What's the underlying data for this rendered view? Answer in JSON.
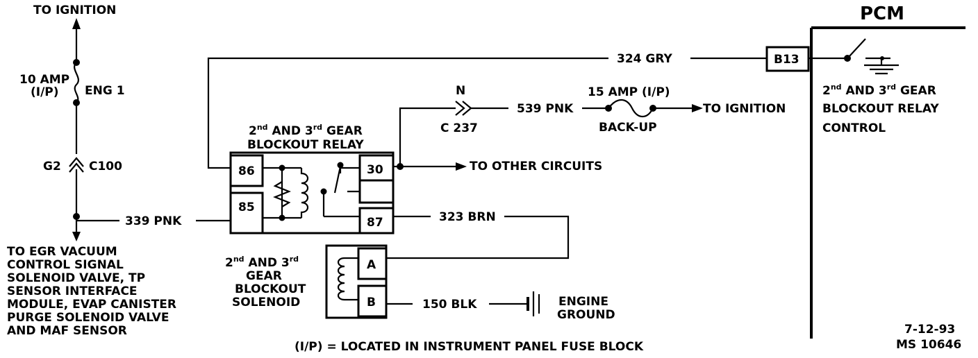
{
  "top_left": {
    "to_ignition": "TO IGNITION",
    "fuse_rating": "10 AMP",
    "fuse_location": "(I/P)",
    "fuse_name": "ENG 1",
    "connector_pin": "G2",
    "connector_name": "C100",
    "wire": "339 PNK"
  },
  "egr_note": [
    "TO EGR VACUUM",
    "CONTROL SIGNAL",
    "SOLENOID VALVE, TP",
    "SENSOR INTERFACE",
    "MODULE, EVAP CANISTER",
    "PURGE SOLENOID VALVE",
    "AND MAF SENSOR"
  ],
  "relay": {
    "title_line1_pre": "2",
    "title_line1_sup": "nd",
    "title_line1_mid": " AND 3",
    "title_line1_sup2": "rd",
    "title_line1_post": " GEAR",
    "title_line2": "BLOCKOUT RELAY",
    "pins": [
      "86",
      "85",
      "30",
      "87"
    ],
    "to_other_circuits": "TO OTHER CIRCUITS"
  },
  "wires": {
    "gry": "324 GRY",
    "pnk_backup": "539 PNK",
    "brn": "323 BRN",
    "blk": "150 BLK"
  },
  "connector_c237": {
    "pin": "N",
    "name": "C 237"
  },
  "backup_fuse": {
    "rating": "15 AMP (I/P)",
    "name": "BACK-UP",
    "to_ignition": "TO IGNITION"
  },
  "pcm": {
    "title": "PCM",
    "pin": "B13",
    "label_line1_pre": "2",
    "label_line1_sup": "nd",
    "label_line1_mid": " AND 3",
    "label_line1_sup2": "rd",
    "label_line1_post": " GEAR",
    "label_line2": "BLOCKOUT RELAY",
    "label_line3": "CONTROL"
  },
  "solenoid": {
    "line1_pre": "2",
    "line1_sup": "nd",
    "line1_mid": " AND 3",
    "line1_sup2": "rd",
    "line2": "GEAR",
    "line3": "BLOCKOUT",
    "line4": "SOLENOID",
    "pins": [
      "A",
      "B"
    ]
  },
  "ground": {
    "line1": "ENGINE",
    "line2": "GROUND"
  },
  "footer": {
    "legend": "(I/P)  =  LOCATED IN INSTRUMENT PANEL FUSE BLOCK",
    "date": "7-12-93",
    "ref": "MS 10646"
  }
}
